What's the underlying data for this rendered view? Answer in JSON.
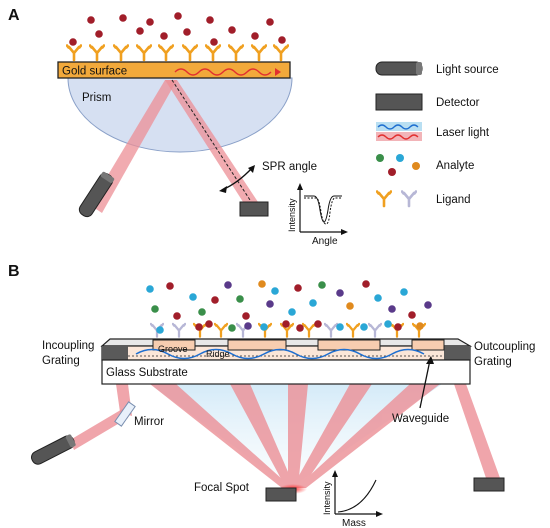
{
  "panel_a": {
    "letter": "A",
    "gold_surface_label": "Gold surface",
    "prism_label": "Prism",
    "spr_angle_label": "SPR angle",
    "inset_ylabel": "Intensity",
    "inset_xlabel": "Angle"
  },
  "legend": {
    "items": [
      {
        "label": "Light source",
        "icon": "light-source-icon"
      },
      {
        "label": "Detector",
        "icon": "detector-icon"
      },
      {
        "label": "Laser light",
        "icon": "laser-light-icon"
      },
      {
        "label": "Analyte",
        "icon": "analyte-icon"
      },
      {
        "label": "Ligand",
        "icon": "ligand-icon"
      }
    ]
  },
  "panel_b": {
    "letter": "B",
    "incoupling_label_1": "Incoupling",
    "incoupling_label_2": "Grating",
    "outcoupling_label_1": "Outcoupling",
    "outcoupling_label_2": "Grating",
    "groove_label": "Groove",
    "ridge_label": "Ridge",
    "glass_label": "Glass Substrate",
    "mirror_label": "Mirror",
    "waveguide_label": "Waveguide",
    "focal_spot_label": "Focal Spot",
    "inset_ylabel": "Intensity",
    "inset_xlabel": "Mass"
  },
  "colors": {
    "gold": "#f2a93b",
    "prism": "#d6e0f2",
    "beam": "#ec8f96",
    "device_gray": "#555555",
    "analyte_green": "#3a8f4a",
    "analyte_cyan": "#2aa7d6",
    "analyte_orange": "#e08a1e",
    "analyte_red": "#a11e2a",
    "analyte_purple": "#5a3a8a",
    "ligand_yellow": "#f0a020",
    "ligand_lavender": "#b7b7d6"
  }
}
